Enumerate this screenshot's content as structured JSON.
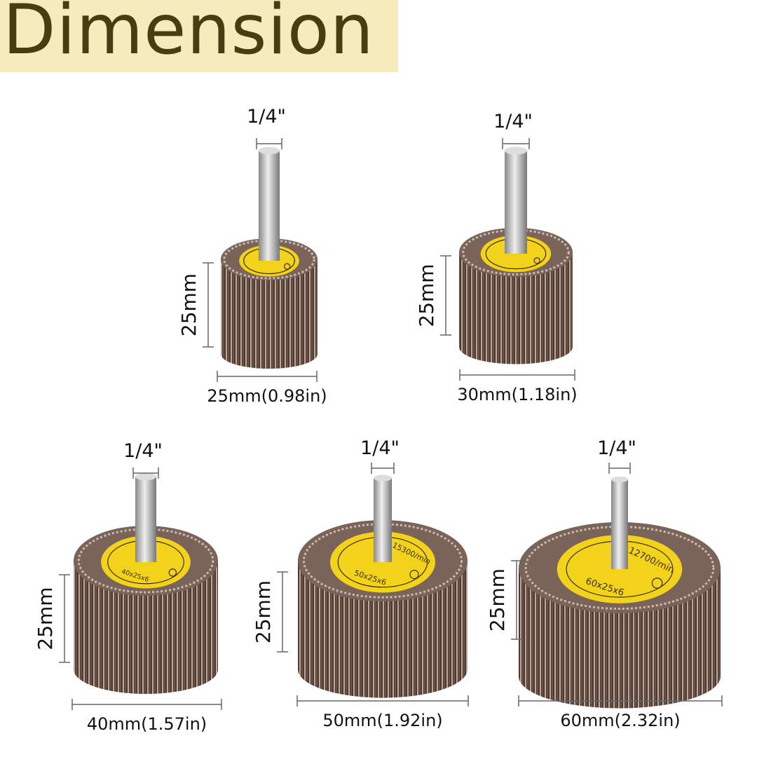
{
  "title": "Dimension",
  "colors": {
    "title_bg": "#f5ebbc",
    "title_text": "#4a3c12",
    "disc": "#f2d21a",
    "flap": "#5a4238"
  },
  "products": [
    {
      "shank": "1/4\"",
      "height": "25mm",
      "width": "25mm(0.98in)",
      "disc_text": ""
    },
    {
      "shank": "1/4\"",
      "height": "25mm",
      "width": "30mm(1.18in)",
      "disc_text": ""
    },
    {
      "shank": "1/4\"",
      "height": "25mm",
      "width": "40mm(1.57in)",
      "disc_text": "40x25x6"
    },
    {
      "shank": "1/4\"",
      "height": "25mm",
      "width": "50mm(1.92in)",
      "disc_text": "50x25x6"
    },
    {
      "shank": "1/4\"",
      "height": "25mm",
      "width": "60mm(2.32in)",
      "disc_text": "60x25x6"
    }
  ],
  "disc_speeds": [
    "",
    "",
    "",
    "15300/min",
    "12700/min"
  ]
}
